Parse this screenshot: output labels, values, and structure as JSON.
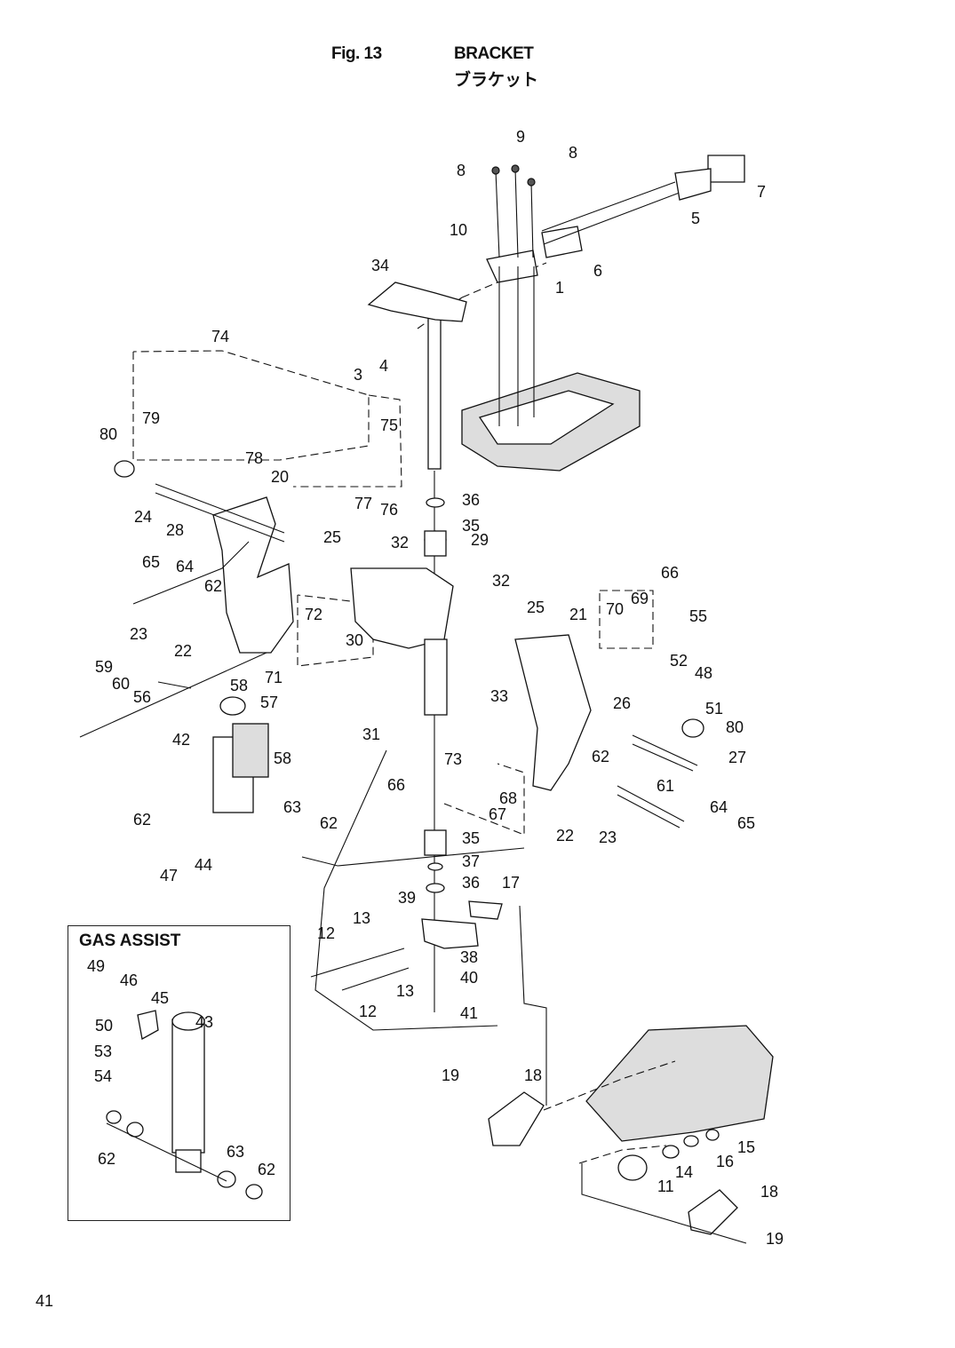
{
  "header": {
    "fig_no": "Fig. 13",
    "title_en": "BRACKET",
    "title_jp": "ブラケット"
  },
  "page_number": "41",
  "inset": {
    "title": "GAS ASSIST"
  },
  "callouts": [
    "1",
    "3",
    "4",
    "5",
    "6",
    "7",
    "8",
    "8",
    "9",
    "10",
    "11",
    "12",
    "12",
    "13",
    "13",
    "14",
    "15",
    "16",
    "17",
    "18",
    "18",
    "19",
    "19",
    "20",
    "21",
    "22",
    "22",
    "23",
    "23",
    "24",
    "25",
    "25",
    "26",
    "27",
    "28",
    "29",
    "30",
    "31",
    "32",
    "32",
    "33",
    "34",
    "35",
    "35",
    "36",
    "36",
    "37",
    "38",
    "39",
    "40",
    "41",
    "42",
    "44",
    "47",
    "48",
    "51",
    "52",
    "55",
    "56",
    "57",
    "58",
    "58",
    "59",
    "60",
    "61",
    "62",
    "62",
    "62",
    "62",
    "63",
    "64",
    "64",
    "65",
    "65",
    "66",
    "66",
    "67",
    "68",
    "69",
    "70",
    "71",
    "72",
    "73",
    "74",
    "75",
    "76",
    "77",
    "78",
    "79",
    "80",
    "80",
    "43",
    "45",
    "46",
    "49",
    "50",
    "53",
    "54",
    "62",
    "62",
    "63"
  ]
}
